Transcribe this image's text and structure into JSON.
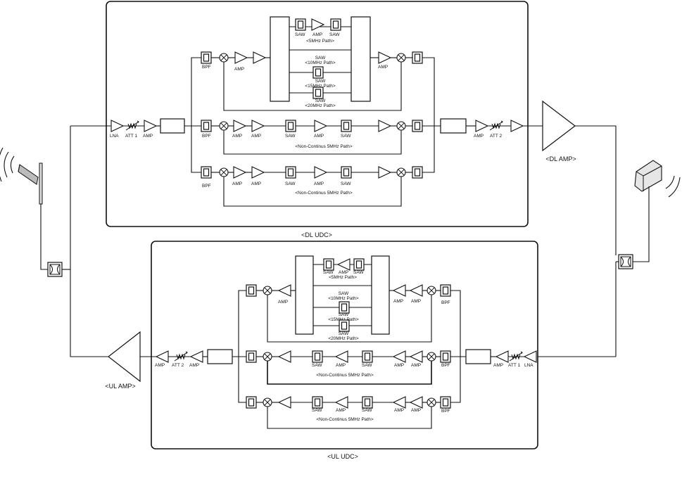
{
  "labels": {
    "dl_udc": "<DL UDC>",
    "ul_udc": "<UL UDC>",
    "dl_amp": "<DL AMP>",
    "ul_amp": "<UL AMP>",
    "lna": "LNA",
    "att1": "ATT 1",
    "att2": "ATT 2",
    "amp": "AMP",
    "bpf": "BPF",
    "saw": "SAW"
  },
  "paths": {
    "p5": "<5MHz Path>",
    "p10": "<10MHz Path>",
    "p15": "<15MHz Path>",
    "p20": "<20MHz Path>",
    "noncontinus": "<Non-Continus 5MHz Path>"
  }
}
